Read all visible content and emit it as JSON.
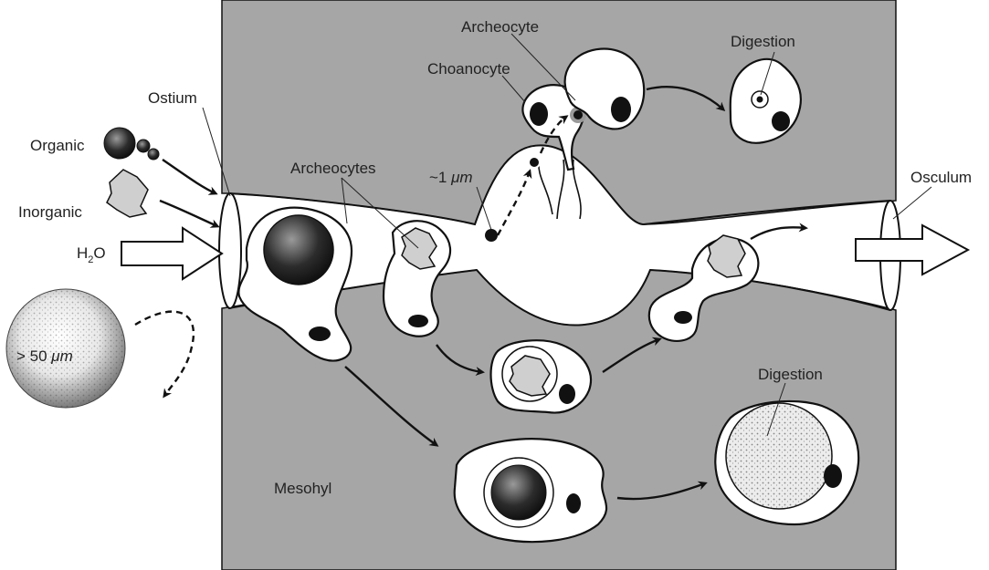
{
  "labels": {
    "ostium": "Ostium",
    "organic": "Organic",
    "inorganic": "Inorganic",
    "water_main": "H",
    "water_sub": "2",
    "water_tail": "O",
    "archeocytes": "Archeocytes",
    "archeocyte": "Archeocyte",
    "choanocyte": "Choanocyte",
    "digestion_top": "Digestion",
    "digestion_bottom": "Digestion",
    "size_small_prefix": "~1 ",
    "size_small_unit": "μm",
    "size_large_prefix": "> 50 ",
    "size_large_unit": "μm",
    "osculum": "Osculum",
    "mesohyl": "Mesohyl"
  },
  "colors": {
    "mesohyl_fill": "#a6a6a6",
    "outline": "#111111",
    "background": "#ffffff"
  }
}
